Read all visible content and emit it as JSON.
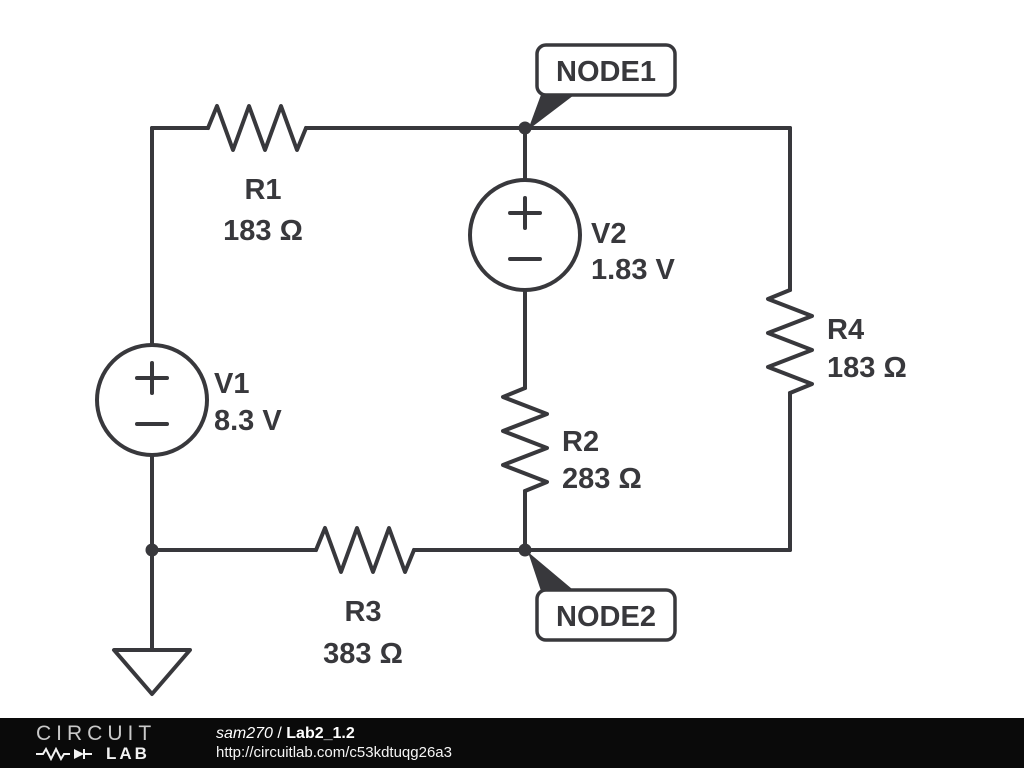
{
  "canvas": {
    "background": "#ffffff",
    "line_color": "#38383c",
    "footer_background": "#0a0a0a",
    "footer_text_color": "#ffffff"
  },
  "components": {
    "r1": {
      "name": "R1",
      "value": "183 Ω"
    },
    "r2": {
      "name": "R2",
      "value": "283 Ω"
    },
    "r3": {
      "name": "R3",
      "value": "383 Ω"
    },
    "r4": {
      "name": "R4",
      "value": "183 Ω"
    },
    "v1": {
      "name": "V1",
      "value": "8.3 V"
    },
    "v2": {
      "name": "V2",
      "value": "1.83 V"
    }
  },
  "nodes": {
    "node1": {
      "label": "NODE1"
    },
    "node2": {
      "label": "NODE2"
    }
  },
  "footer": {
    "logo_top": "CIRCUIT",
    "logo_bottom": "LAB",
    "author": "sam270",
    "separator": " / ",
    "title": "Lab2_1.2",
    "url": "http://circuitlab.com/c53kdtuqg26a3"
  }
}
